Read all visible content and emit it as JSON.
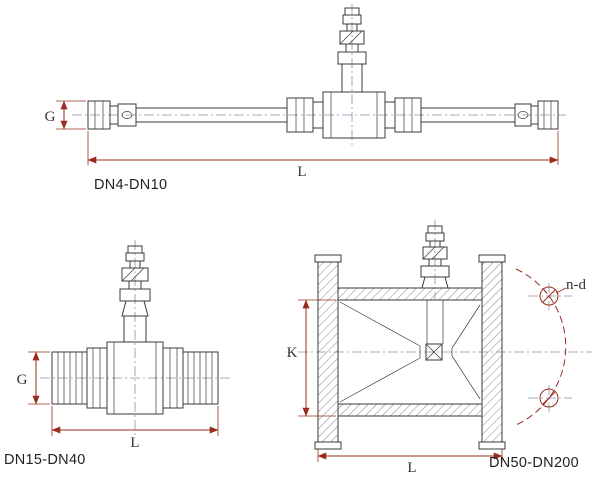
{
  "colors": {
    "line": "#3b3b3b",
    "dim": "#9a2b1e",
    "centerline": "#8a92a8",
    "text": "#333333",
    "caption": "#222222",
    "bg": "#ffffff"
  },
  "figures": {
    "top": {
      "caption": "DN4-DN10",
      "dim_g": "G",
      "dim_l": "L"
    },
    "bottom_left": {
      "caption": "DN15-DN40",
      "dim_g": "G",
      "dim_l": "L"
    },
    "bottom_right": {
      "caption": "DN50-DN200",
      "dim_k": "K",
      "dim_l": "L",
      "bolt_note": "n-d"
    }
  }
}
